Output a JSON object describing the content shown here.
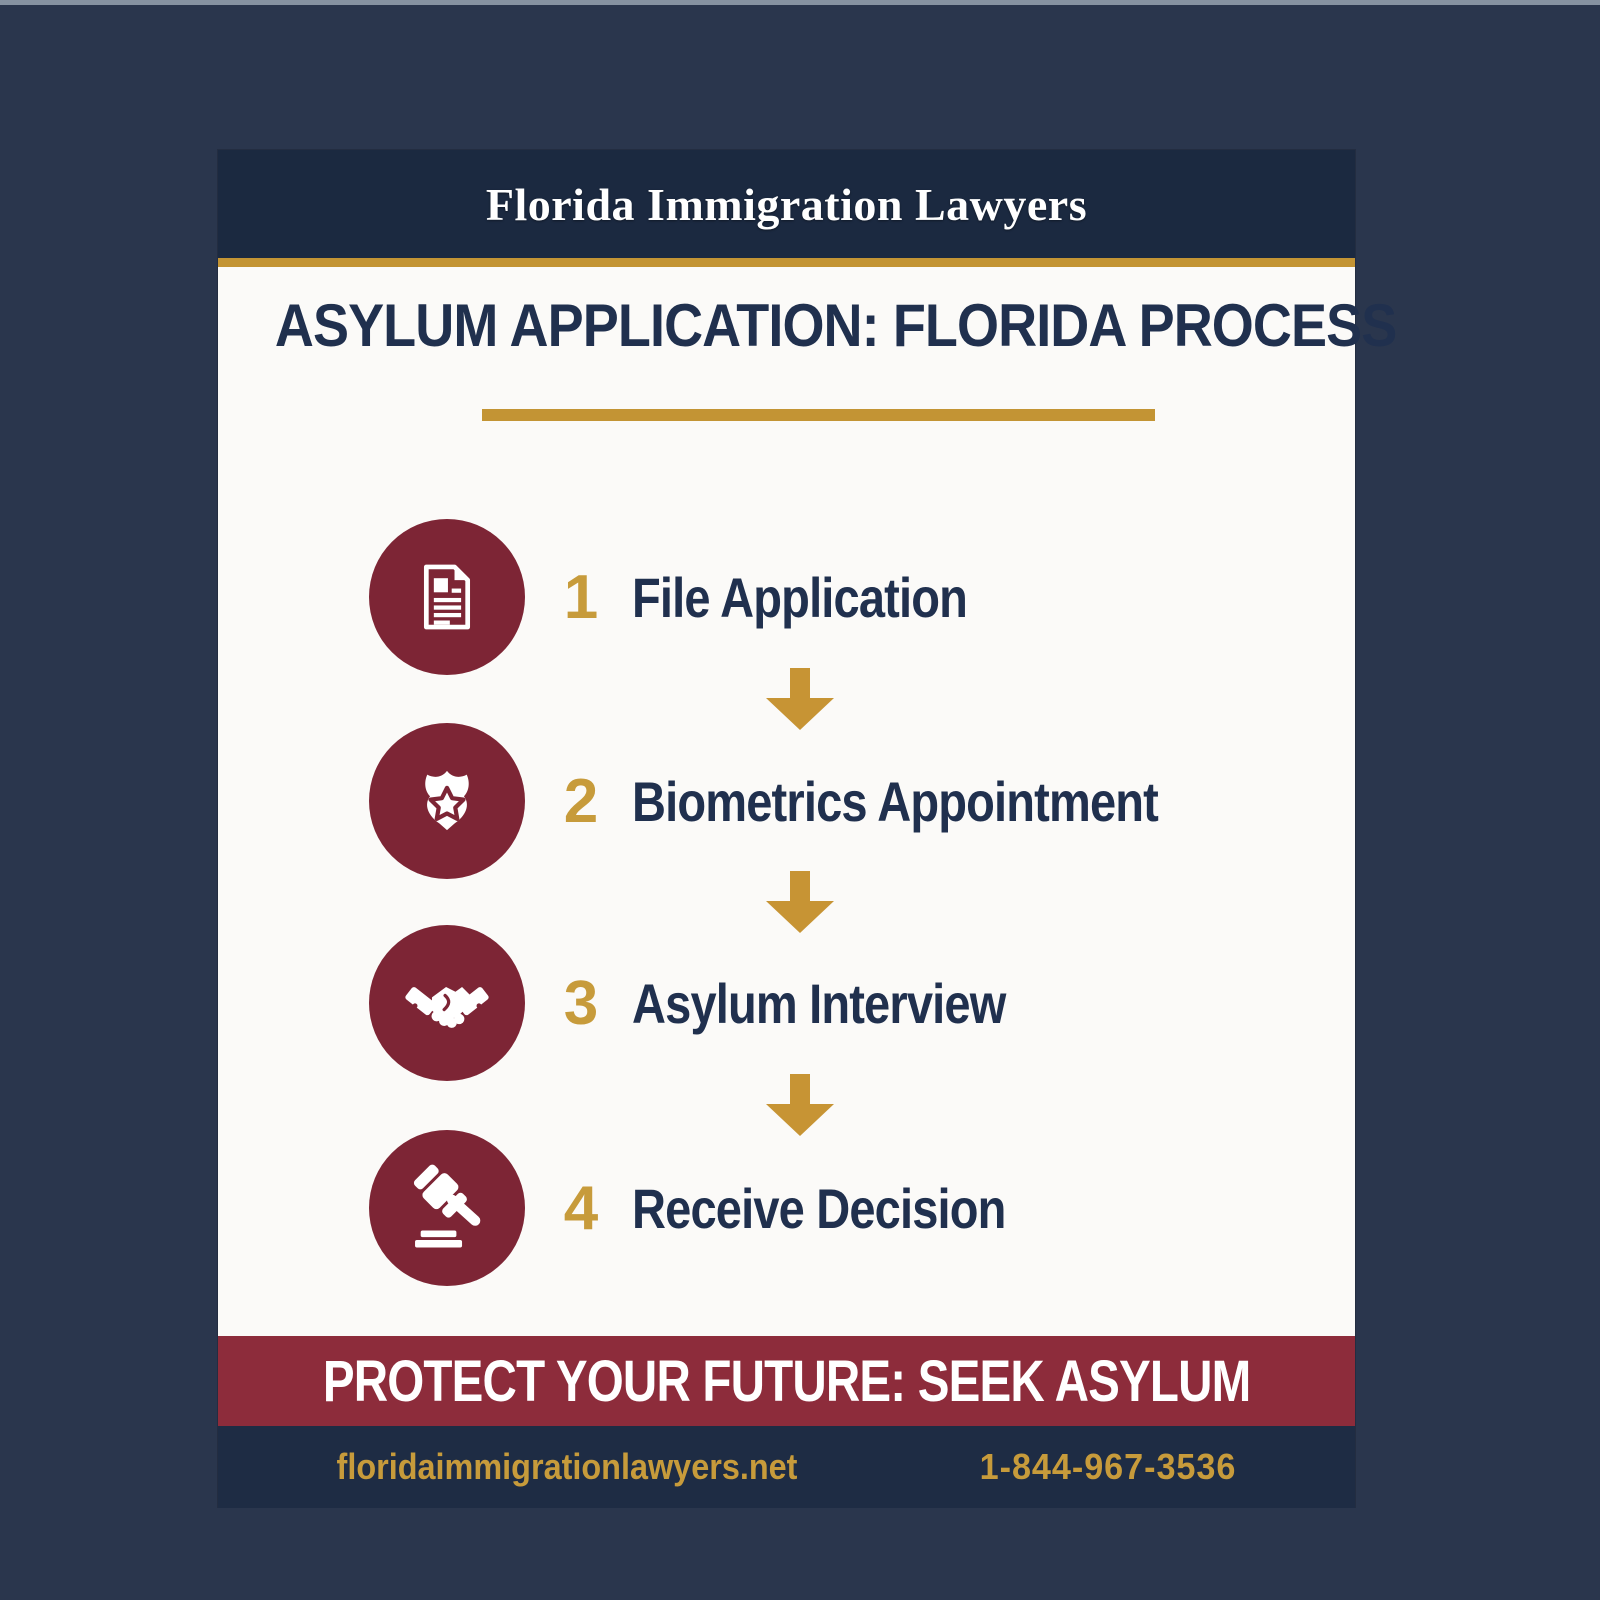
{
  "header": {
    "brand": "Florida Immigration Lawyers",
    "title": "ASYLUM APPLICATION: FLORIDA PROCESS"
  },
  "steps": [
    {
      "number": "1",
      "label": "File Application",
      "icon": "document-icon"
    },
    {
      "number": "2",
      "label": "Biometrics Appointment",
      "icon": "badge-icon"
    },
    {
      "number": "3",
      "label": "Asylum Interview",
      "icon": "handshake-icon"
    },
    {
      "number": "4",
      "label": "Receive Decision",
      "icon": "gavel-icon"
    }
  ],
  "banner": {
    "text": "PROTECT YOUR FUTURE: SEEK ASYLUM"
  },
  "footer": {
    "website": "floridaimmigrationlawyers.net",
    "phone": "1-844-967-3536"
  },
  "colors": {
    "background": "#2a364d",
    "header_navy": "#1b2940",
    "gold": "#c39434",
    "gold_text": "#c79b3b",
    "body_bg": "#fbfaf8",
    "circle_maroon": "#7d2535",
    "banner_maroon": "#8d2c3b",
    "footer_navy": "#1e2c44",
    "text_navy": "#20304e"
  }
}
